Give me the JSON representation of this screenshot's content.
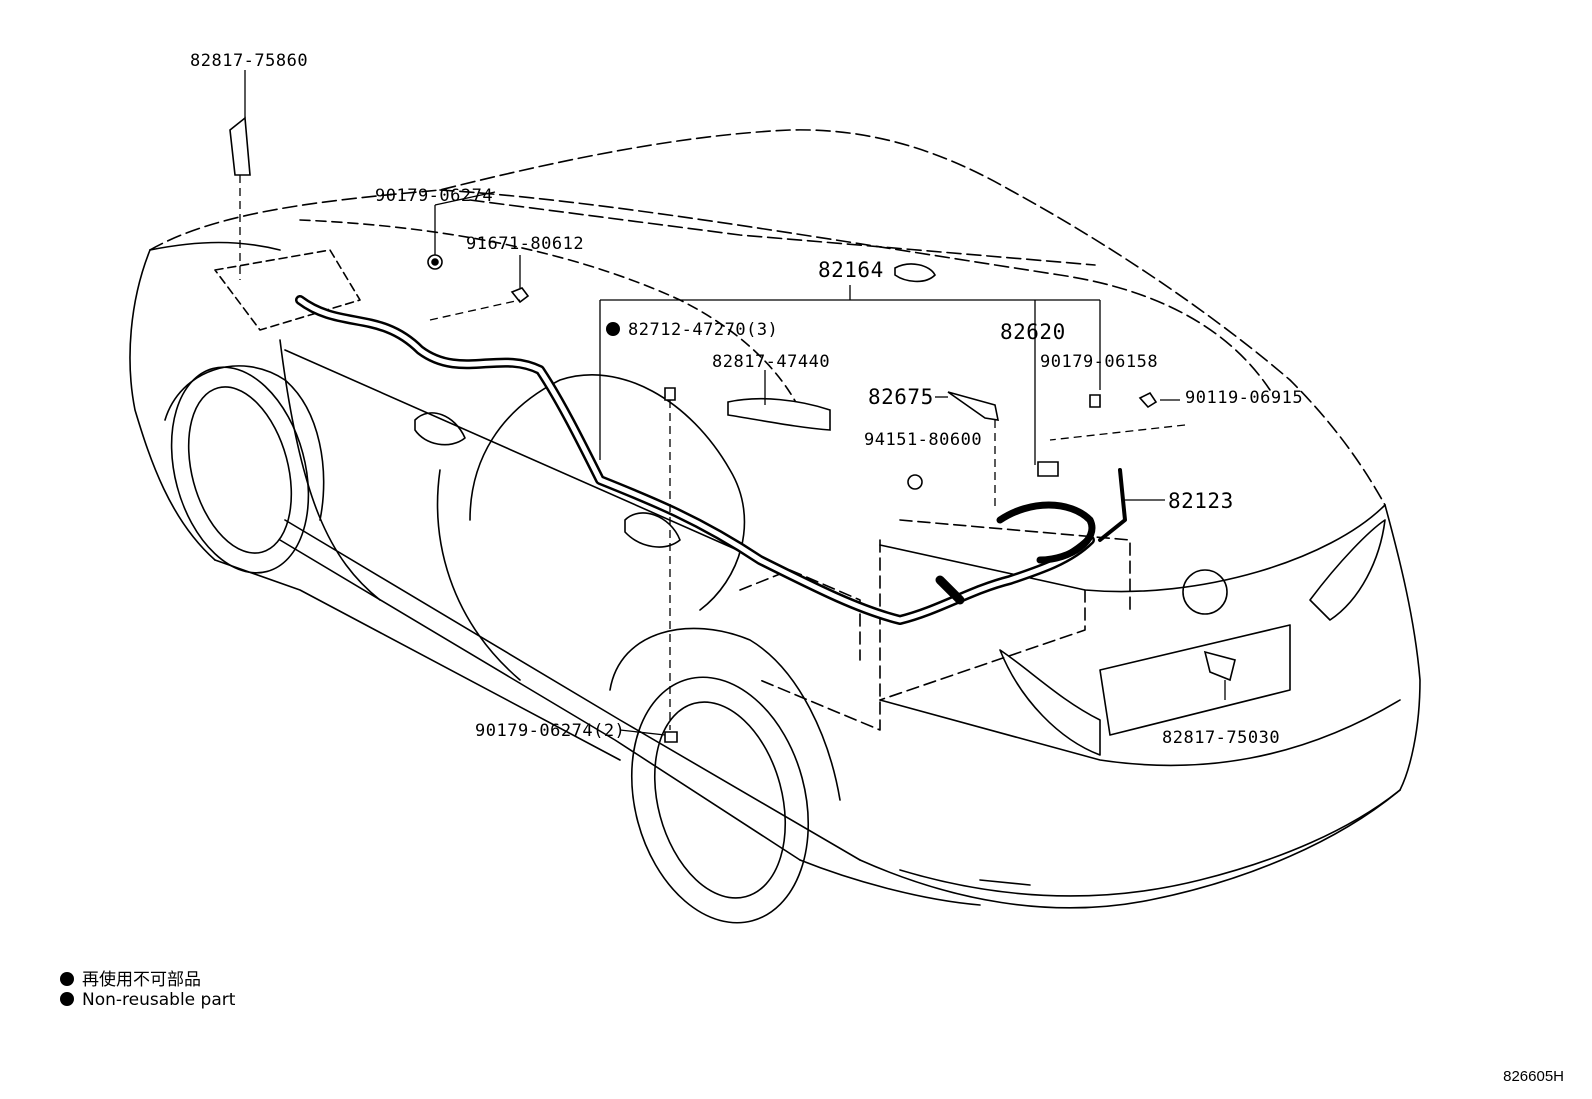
{
  "diagram": {
    "figure_id": "826605H",
    "parts": {
      "p82817_75860": "82817-75860",
      "p90179_06274_top": "90179-06274",
      "p91671_80612": "91671-80612",
      "p82164": "82164",
      "p82712_47270": "82712-47270(3)",
      "p82817_47440": "82817-47440",
      "p82620": "82620",
      "p90179_06158": "90179-06158",
      "p82675": "82675",
      "p90119_06915": "90119-06915",
      "p94151_80600": "94151-80600",
      "p82123": "82123",
      "p90179_06274_bottom": "90179-06274(2)",
      "p82817_75030": "82817-75030"
    },
    "legend": [
      {
        "text": "再使用不可部品"
      },
      {
        "text": "Non-reusable part"
      }
    ],
    "colors": {
      "line": "#000000",
      "background": "#ffffff"
    }
  }
}
